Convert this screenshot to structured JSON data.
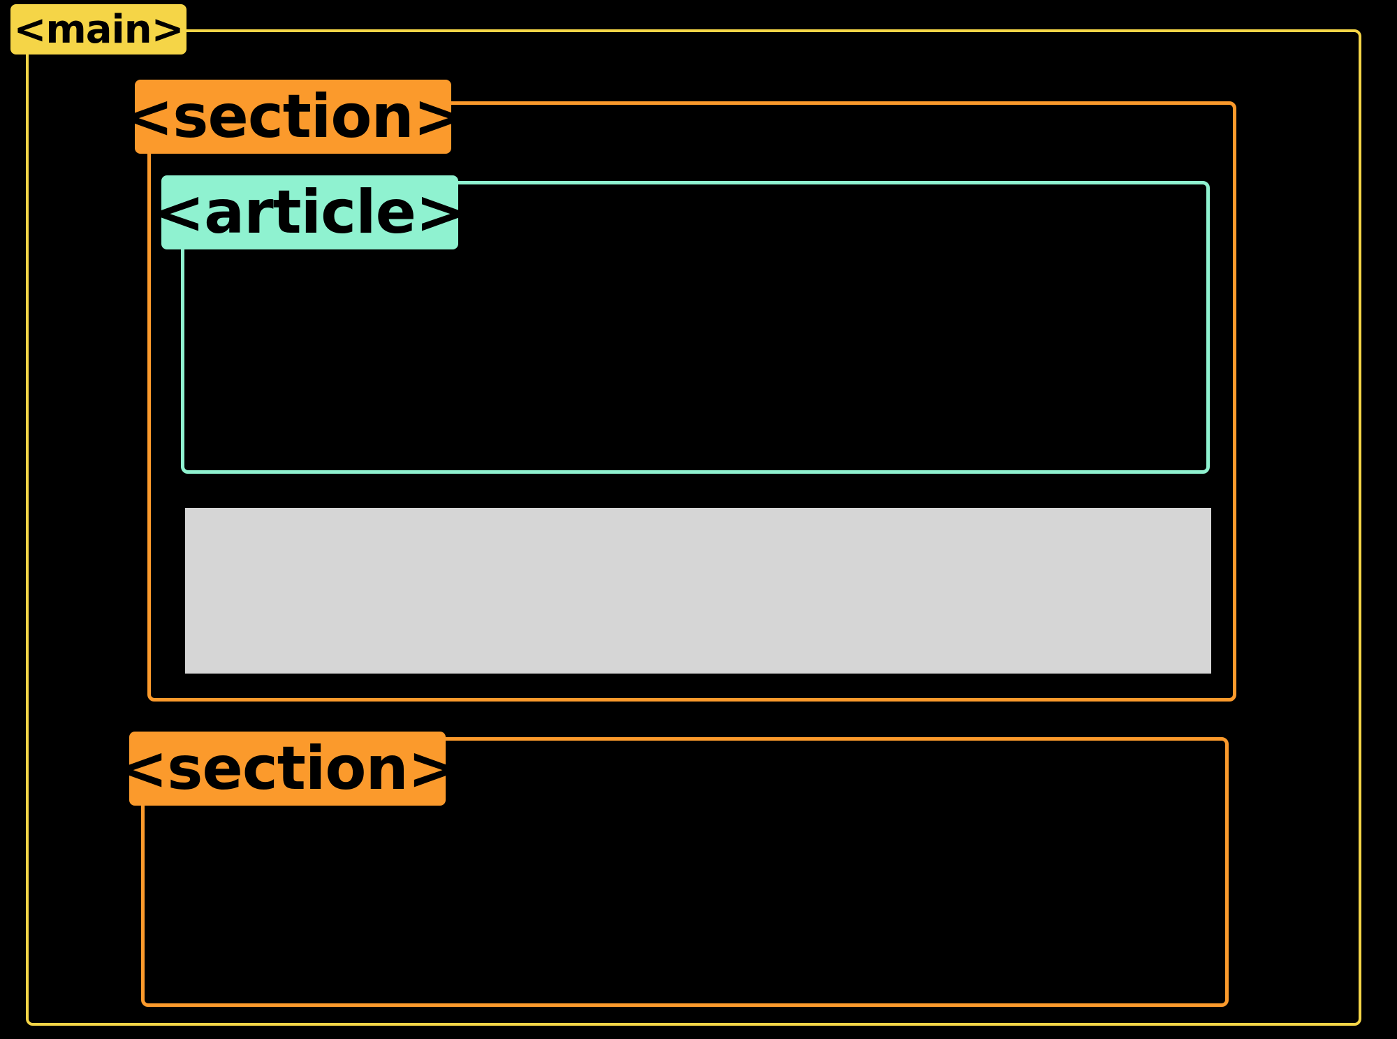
{
  "diagram": {
    "main": {
      "label": "<main>",
      "color": "#f5d547"
    },
    "section_1": {
      "label": "<section>",
      "color": "#fb9a2c",
      "article": {
        "label": "<article>",
        "color": "#8ff2d0"
      },
      "placeholder_block_color": "#d6d6d6"
    },
    "section_2": {
      "label": "<section>",
      "color": "#fb9a2c"
    },
    "background_color": "#000000"
  }
}
